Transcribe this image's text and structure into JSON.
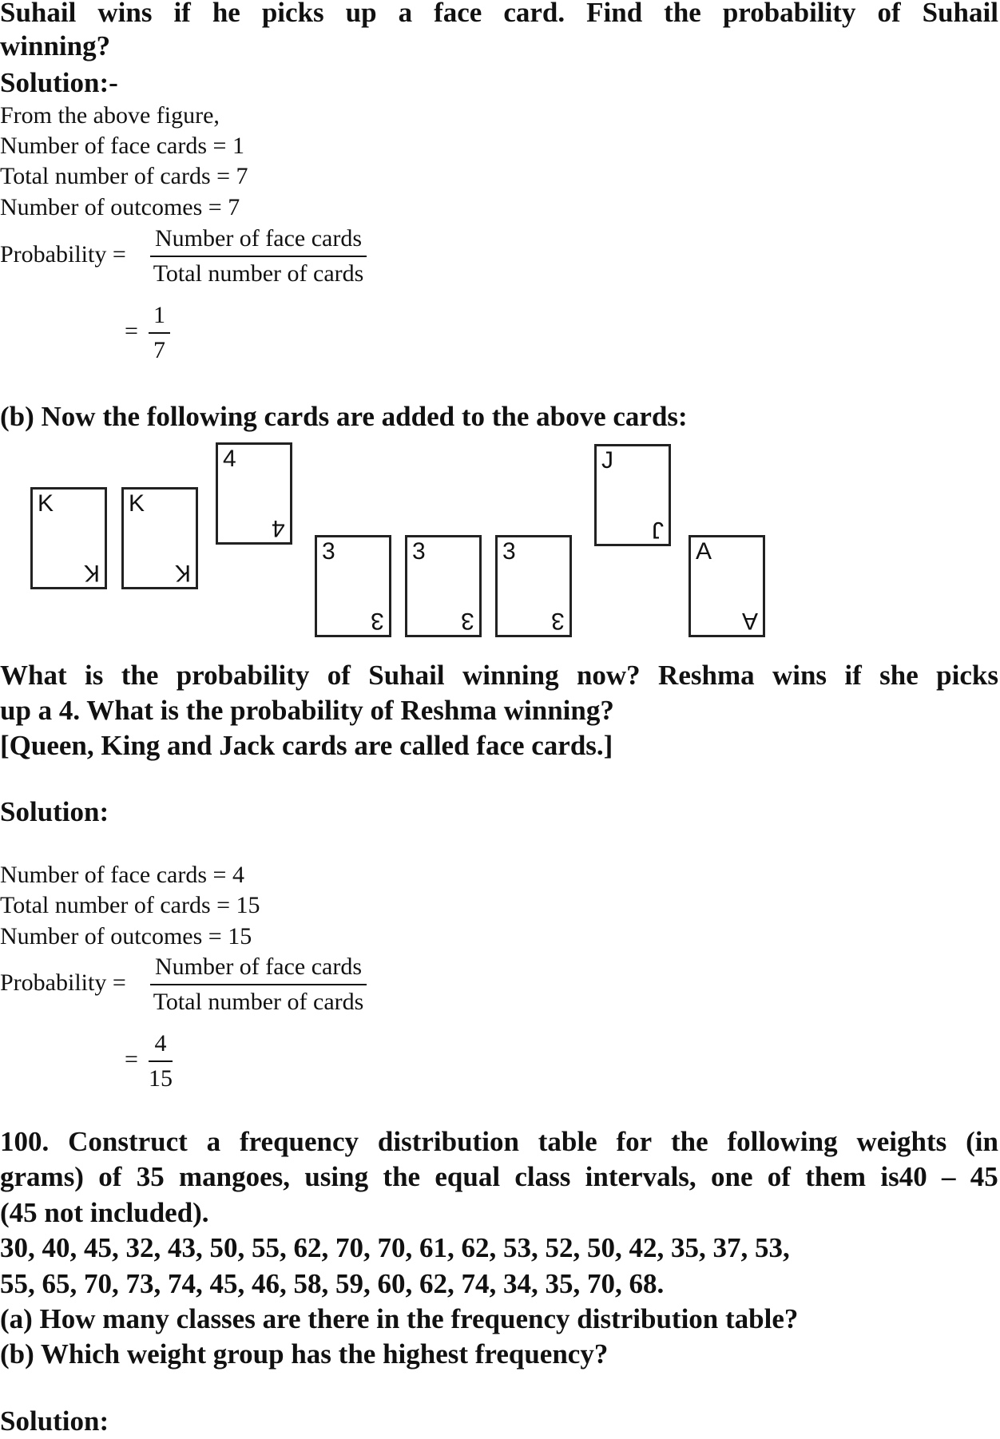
{
  "part_a": {
    "q_line1_words": [
      "Suhail",
      "wins",
      "if",
      "he",
      "picks",
      "up",
      "a",
      "face",
      "card.",
      "Find",
      "the",
      "probability",
      "of",
      "Suhail"
    ],
    "q_line2": "winning?",
    "solution_heading": "Solution:-",
    "lines": [
      "From the above figure,",
      "Number of face cards  = 1",
      "Total number of cards = 7",
      "Number of outcomes   = 7"
    ],
    "prob_label": "Probability =",
    "frac_num": "Number of face cards",
    "frac_den": "Total number of cards",
    "eq_sign": "=",
    "result_num": "1",
    "result_den": "7"
  },
  "part_b": {
    "heading": "(b) Now the following cards are added to the above cards:",
    "cards": [
      {
        "label": "K"
      },
      {
        "label": "K"
      },
      {
        "label": "4"
      },
      {
        "label": "3"
      },
      {
        "label": "3"
      },
      {
        "label": "3"
      },
      {
        "label": "J"
      },
      {
        "label": "A"
      }
    ],
    "q_line1_words": [
      "What",
      "is",
      "the",
      "probability",
      "of",
      "Suhail",
      "winning",
      "now?",
      "Reshma",
      "wins",
      "if",
      "she",
      "picks"
    ],
    "q_line2": "up a 4. What is the probability of Reshma winning?",
    "q_line3": "[Queen, King and Jack cards are called face cards.]",
    "solution_heading": "Solution:",
    "lines": [
      "Number of face cards = 4",
      "Total number of cards = 15",
      "Number of outcomes = 15"
    ],
    "prob_label": "Probability =",
    "frac_num": "Number of face cards",
    "frac_den": "Total number of cards",
    "eq_sign": "=",
    "result_num": "4",
    "result_den": "15"
  },
  "q100": {
    "line1_words": [
      "100.",
      "Construct",
      "a",
      "frequency",
      "distribution",
      "table",
      "for",
      "the",
      "following",
      "weights",
      "(in"
    ],
    "line2_words": [
      "grams)",
      "of",
      "35",
      "mangoes,",
      "using",
      "the",
      "equal",
      "class",
      "intervals,",
      "one",
      "of",
      "them",
      "is40",
      "–",
      "45"
    ],
    "line3": "(45 not included).",
    "data_line1": "30, 40, 45, 32, 43, 50, 55, 62, 70, 70, 61, 62, 53, 52, 50, 42, 35, 37, 53,",
    "data_line2": "55, 65, 70, 73, 74, 45, 46, 58, 59, 60, 62, 74, 34, 35, 70, 68.",
    "sub_a": "(a) How many classes are there in the frequency distribution table?",
    "sub_b": "(b) Which weight group has the highest frequency?",
    "solution_heading": "Solution:"
  }
}
